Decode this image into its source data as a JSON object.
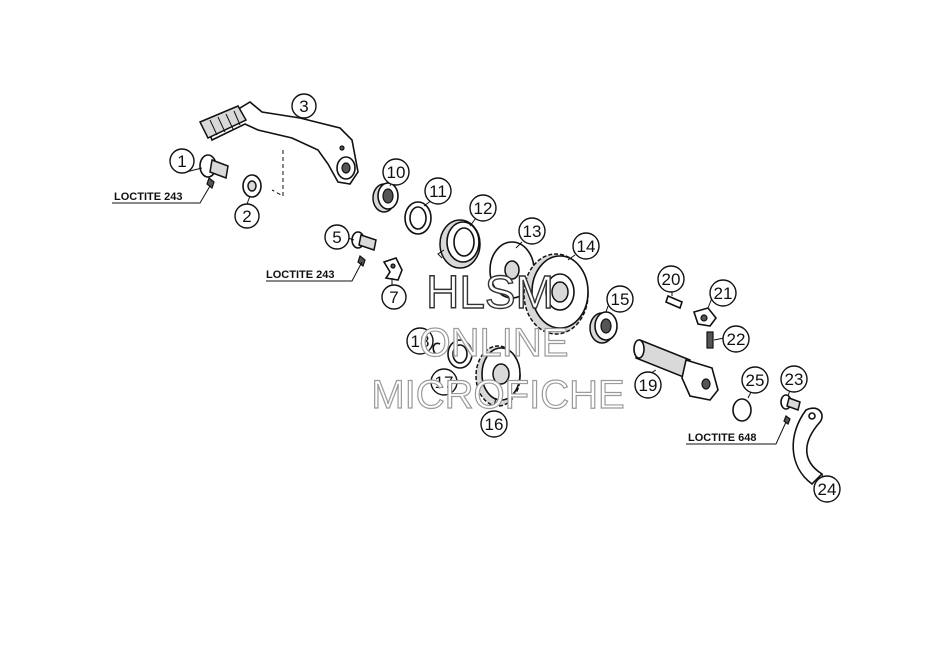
{
  "callouts": [
    {
      "n": "1"
    },
    {
      "n": "2"
    },
    {
      "n": "3"
    },
    {
      "n": "5"
    },
    {
      "n": "7"
    },
    {
      "n": "10"
    },
    {
      "n": "11"
    },
    {
      "n": "12"
    },
    {
      "n": "13"
    },
    {
      "n": "14"
    },
    {
      "n": "15"
    },
    {
      "n": "16"
    },
    {
      "n": "17"
    },
    {
      "n": "18"
    },
    {
      "n": "19"
    },
    {
      "n": "20"
    },
    {
      "n": "21"
    },
    {
      "n": "22"
    },
    {
      "n": "23"
    },
    {
      "n": "24"
    },
    {
      "n": "25"
    }
  ],
  "loctite_labels": [
    "LOCTITE 243",
    "LOCTITE 243",
    "LOCTITE 648"
  ],
  "watermark": {
    "line1": "HLSM",
    "line2": "ONLINE",
    "line3": "MICROFICHE"
  }
}
